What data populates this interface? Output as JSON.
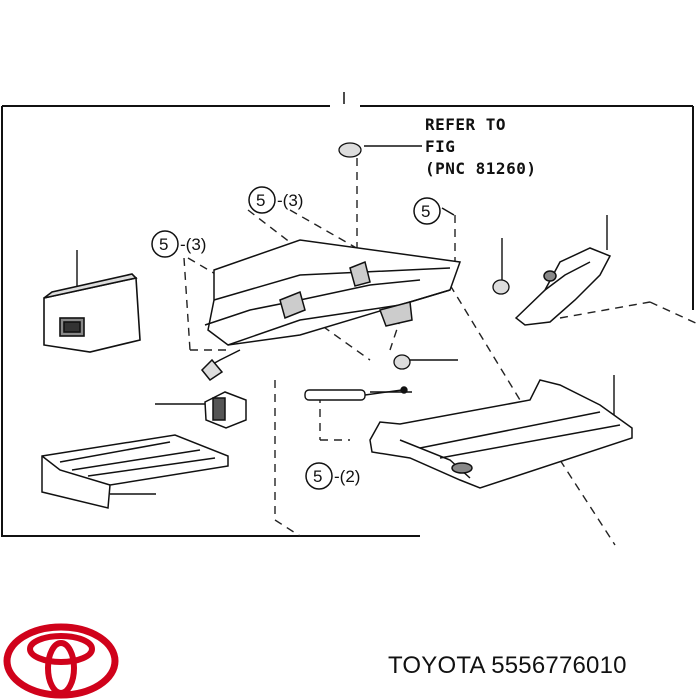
{
  "diagram": {
    "refer_box": {
      "line1": "REFER TO",
      "line2": "FIG",
      "line3": "(PNC 81260)"
    },
    "callouts": [
      {
        "number": "5",
        "qty": "-(3)"
      },
      {
        "number": "5",
        "qty": "-(3)"
      },
      {
        "number": "5",
        "qty": ""
      },
      {
        "number": "5",
        "qty": "-(2)"
      }
    ]
  },
  "footer": {
    "brand_logo": "toyota-logo",
    "part_label": "TOYOTA 5556776010"
  }
}
